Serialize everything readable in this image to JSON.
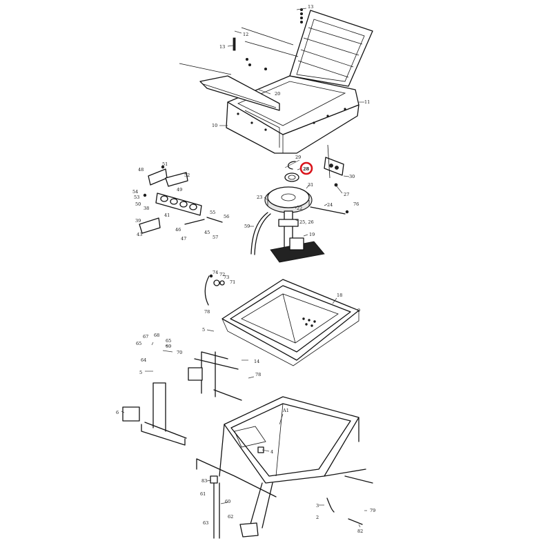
{
  "diagram": {
    "highlighted_callout": "28",
    "highlight_color": "#d9141b",
    "callouts": [
      {
        "id": "c13a",
        "text": "13"
      },
      {
        "id": "c12",
        "text": "12"
      },
      {
        "id": "c13b",
        "text": "13"
      },
      {
        "id": "c20",
        "text": "20"
      },
      {
        "id": "c11",
        "text": "11"
      },
      {
        "id": "c10",
        "text": "10"
      },
      {
        "id": "c29",
        "text": "29"
      },
      {
        "id": "c28",
        "text": "28"
      },
      {
        "id": "c30",
        "text": "30"
      },
      {
        "id": "c31",
        "text": "31"
      },
      {
        "id": "c27",
        "text": "27"
      },
      {
        "id": "c23",
        "text": "23"
      },
      {
        "id": "c24",
        "text": "24"
      },
      {
        "id": "c22",
        "text": "22"
      },
      {
        "id": "c76",
        "text": "76"
      },
      {
        "id": "c2526",
        "text": "25, 26"
      },
      {
        "id": "c19",
        "text": "19"
      },
      {
        "id": "c59",
        "text": "59"
      },
      {
        "id": "c48",
        "text": "48"
      },
      {
        "id": "c51",
        "text": "51"
      },
      {
        "id": "c52",
        "text": "52"
      },
      {
        "id": "c54",
        "text": "54"
      },
      {
        "id": "c53",
        "text": "53"
      },
      {
        "id": "c49",
        "text": "49"
      },
      {
        "id": "c50",
        "text": "50"
      },
      {
        "id": "c38",
        "text": "38"
      },
      {
        "id": "c41",
        "text": "41"
      },
      {
        "id": "c55",
        "text": "55"
      },
      {
        "id": "c56",
        "text": "56"
      },
      {
        "id": "c39",
        "text": "39"
      },
      {
        "id": "c46",
        "text": "46"
      },
      {
        "id": "c45",
        "text": "45"
      },
      {
        "id": "c43",
        "text": "43"
      },
      {
        "id": "c47",
        "text": "47"
      },
      {
        "id": "c57",
        "text": "57"
      },
      {
        "id": "c74",
        "text": "74"
      },
      {
        "id": "c72",
        "text": "72"
      },
      {
        "id": "c73",
        "text": "73"
      },
      {
        "id": "c71",
        "text": "71"
      },
      {
        "id": "c78a",
        "text": "78"
      },
      {
        "id": "c18",
        "text": "18"
      },
      {
        "id": "c9",
        "text": "9"
      },
      {
        "id": "c5a",
        "text": "5"
      },
      {
        "id": "c67",
        "text": "67"
      },
      {
        "id": "c68",
        "text": "68"
      },
      {
        "id": "c65a",
        "text": "65"
      },
      {
        "id": "c65b",
        "text": "65"
      },
      {
        "id": "c69",
        "text": "69"
      },
      {
        "id": "c70",
        "text": "70"
      },
      {
        "id": "c64",
        "text": "64"
      },
      {
        "id": "c14",
        "text": "14"
      },
      {
        "id": "c5b",
        "text": "5"
      },
      {
        "id": "c78b",
        "text": "78"
      },
      {
        "id": "c6",
        "text": "6"
      },
      {
        "id": "cA1",
        "text": "A1"
      },
      {
        "id": "c4",
        "text": "4"
      },
      {
        "id": "c83",
        "text": "83"
      },
      {
        "id": "c61",
        "text": "61"
      },
      {
        "id": "c60",
        "text": "60"
      },
      {
        "id": "c62",
        "text": "62"
      },
      {
        "id": "c63",
        "text": "63"
      },
      {
        "id": "c3",
        "text": "3"
      },
      {
        "id": "c2",
        "text": "2"
      },
      {
        "id": "c79",
        "text": "79"
      },
      {
        "id": "c82",
        "text": "82"
      }
    ]
  }
}
